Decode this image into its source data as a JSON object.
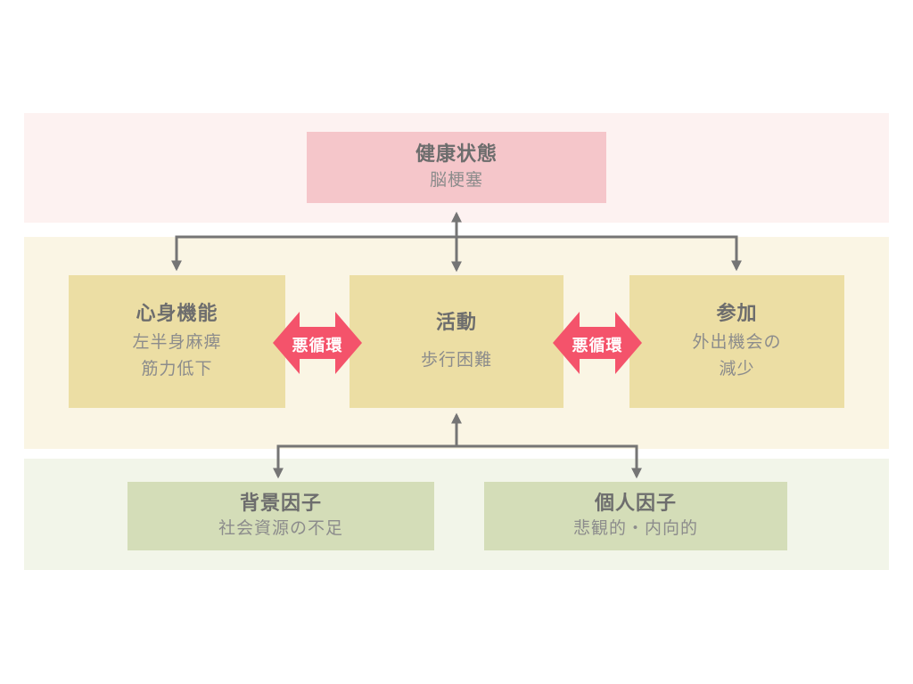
{
  "colors": {
    "band-pink": "#fdf2f1",
    "band-yellow": "#faf5e4",
    "band-green": "#f2f5e9",
    "box-pink": "#f5c6ca",
    "box-yellow": "#ecdea4",
    "box-green": "#d4ddb8",
    "arrow-red": "#f4536b",
    "line-gray": "#757575",
    "title-text": "#6d6d6d",
    "sub-text": "#8c8c8c"
  },
  "boxes": {
    "health": {
      "title": "健康状態",
      "subtitle": "脳梗塞"
    },
    "body_function": {
      "title": "心身機能",
      "line1": "左半身麻痺",
      "line2": "筋力低下"
    },
    "activity": {
      "title": "活動",
      "line1": "歩行困難"
    },
    "participation": {
      "title": "参加",
      "line1": "外出機会の",
      "line2": "減少"
    },
    "background_factor": {
      "title": "背景因子",
      "subtitle": "社会資源の不足"
    },
    "personal_factor": {
      "title": "個人因子",
      "subtitle": "悲観的・内向的"
    }
  },
  "labels": {
    "vicious_cycle_left": "悪循環",
    "vicious_cycle_right": "悪循環"
  }
}
